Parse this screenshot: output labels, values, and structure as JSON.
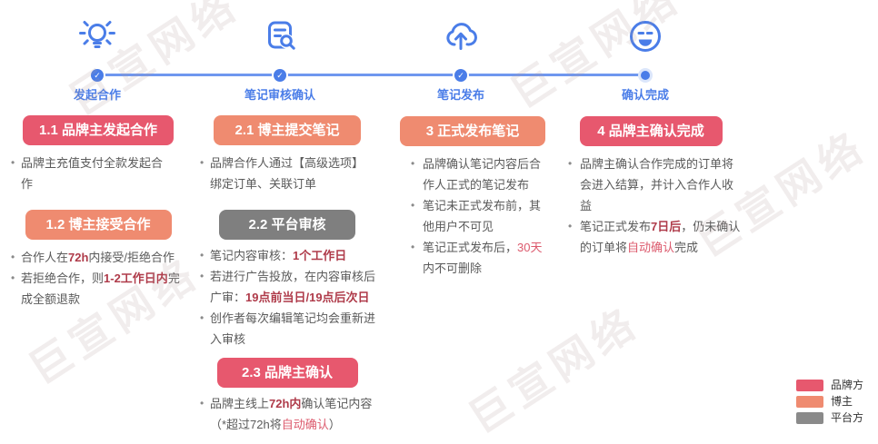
{
  "watermark": {
    "text": "巨宣网络"
  },
  "timeline": {
    "check_glyph": "✓",
    "steps": [
      {
        "label": "发起合作",
        "icon": "idea-lightbulb"
      },
      {
        "label": "笔记审核确认",
        "icon": "note-review"
      },
      {
        "label": "笔记发布",
        "icon": "cloud-upload"
      },
      {
        "label": "确认完成",
        "icon": "smiley-face"
      }
    ]
  },
  "columns": [
    {
      "sections": [
        {
          "title": "1.1 品牌主发起合作",
          "role": "brand",
          "items": [
            [
              {
                "t": "品牌主充值支付全款发起合作"
              }
            ]
          ]
        },
        {
          "title": "1.2 博主接受合作",
          "role": "blogger",
          "items": [
            [
              {
                "t": "合作人在"
              },
              {
                "t": "72h",
                "s": "b"
              },
              {
                "t": "内接受/拒绝合作"
              }
            ],
            [
              {
                "t": "若拒绝合作，则"
              },
              {
                "t": "1-2工作日内",
                "s": "b"
              },
              {
                "t": "完成全额退款"
              }
            ]
          ]
        }
      ]
    },
    {
      "sections": [
        {
          "title": "2.1 博主提交笔记",
          "role": "blogger",
          "items": [
            [
              {
                "t": "品牌合作人通过【高级选项】绑定订单、关联订单"
              }
            ]
          ]
        },
        {
          "title": "2.2 平台审核",
          "role": "platform",
          "items": [
            [
              {
                "t": "笔记内容审核："
              },
              {
                "t": "1个工作日",
                "s": "b"
              }
            ],
            [
              {
                "t": "若进行广告投放，在内容审核后广审："
              },
              {
                "t": "19点前当日/19点后次日",
                "s": "b"
              }
            ],
            [
              {
                "t": "创作者每次编辑笔记均会重新进入审核"
              }
            ]
          ]
        },
        {
          "title": "2.3 品牌主确认",
          "role": "brand",
          "items": [
            [
              {
                "t": "品牌主线上"
              },
              {
                "t": "72h内",
                "s": "b"
              },
              {
                "t": "确认笔记内容（*超过72h将"
              },
              {
                "t": "自动确认",
                "s": "r"
              },
              {
                "t": "）"
              }
            ]
          ]
        }
      ]
    },
    {
      "sections": [
        {
          "title": "3 正式发布笔记",
          "role": "blogger",
          "items": [
            [
              {
                "t": "品牌确认笔记内容后合作人正式的笔记发布"
              }
            ],
            [
              {
                "t": "笔记未正式发布前，其他用户不可见"
              }
            ],
            [
              {
                "t": "笔记正式发布后，"
              },
              {
                "t": "30天",
                "s": "r"
              },
              {
                "t": "内不可删除"
              }
            ]
          ]
        }
      ]
    },
    {
      "sections": [
        {
          "title": "4 品牌主确认完成",
          "role": "brand",
          "items": [
            [
              {
                "t": "品牌主确认合作完成的订单将会进入结算，并计入合作人收益"
              }
            ],
            [
              {
                "t": "笔记正式发布"
              },
              {
                "t": "7日后",
                "s": "b"
              },
              {
                "t": "，仍未确认的订单将"
              },
              {
                "t": "自动确认",
                "s": "r"
              },
              {
                "t": "完成"
              }
            ]
          ]
        }
      ]
    }
  ],
  "legend": {
    "items": [
      {
        "label": "品牌方",
        "color": "#E7586E"
      },
      {
        "label": "博主",
        "color": "#EF8B70"
      },
      {
        "label": "平台方",
        "color": "#8A8A8A"
      }
    ]
  },
  "colors": {
    "accent_blue": "#4A7DE8",
    "line_blue": "#6F97EF",
    "brand": "#E7586E",
    "blogger": "#EF8B70",
    "platform": "#7F7F7F",
    "highlight_bold": "#AF3B4A",
    "highlight_red": "#DC5A6D",
    "body_text": "#5A5A5A"
  }
}
